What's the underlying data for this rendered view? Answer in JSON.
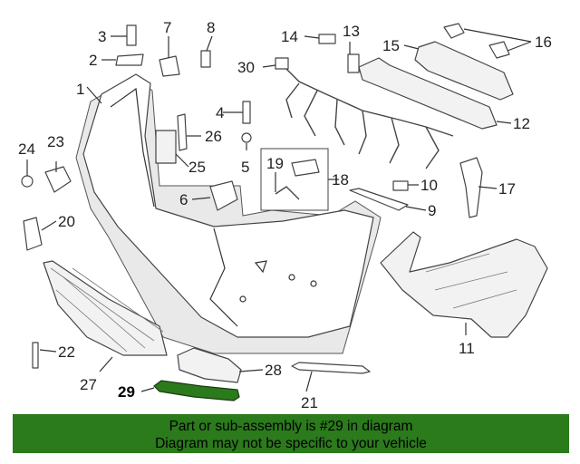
{
  "callouts": [
    {
      "id": "1",
      "label": "1"
    },
    {
      "id": "2",
      "label": "2"
    },
    {
      "id": "3",
      "label": "3"
    },
    {
      "id": "4",
      "label": "4"
    },
    {
      "id": "5",
      "label": "5"
    },
    {
      "id": "6",
      "label": "6"
    },
    {
      "id": "7",
      "label": "7"
    },
    {
      "id": "8",
      "label": "8"
    },
    {
      "id": "9",
      "label": "9"
    },
    {
      "id": "10",
      "label": "10"
    },
    {
      "id": "11",
      "label": "11"
    },
    {
      "id": "12",
      "label": "12"
    },
    {
      "id": "13",
      "label": "13"
    },
    {
      "id": "14",
      "label": "14"
    },
    {
      "id": "15",
      "label": "15"
    },
    {
      "id": "16",
      "label": "16"
    },
    {
      "id": "17",
      "label": "17"
    },
    {
      "id": "18",
      "label": "18"
    },
    {
      "id": "19",
      "label": "19"
    },
    {
      "id": "20",
      "label": "20"
    },
    {
      "id": "21",
      "label": "21"
    },
    {
      "id": "22",
      "label": "22"
    },
    {
      "id": "23",
      "label": "23"
    },
    {
      "id": "24",
      "label": "24"
    },
    {
      "id": "25",
      "label": "25"
    },
    {
      "id": "26",
      "label": "26"
    },
    {
      "id": "27",
      "label": "27"
    },
    {
      "id": "28",
      "label": "28"
    },
    {
      "id": "29",
      "label": "29"
    },
    {
      "id": "30",
      "label": "30"
    }
  ],
  "highlight": {
    "part": "29",
    "color": "#2b7a1c"
  },
  "footer": {
    "line1": "Part or sub-assembly is #29 in diagram",
    "line2": "Diagram may not be specific to your vehicle",
    "background": "#2b7a1c"
  }
}
